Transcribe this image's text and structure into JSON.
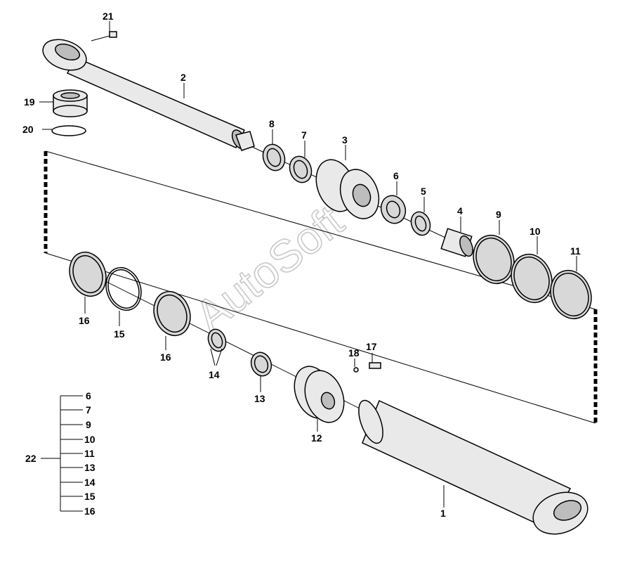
{
  "watermark": "AutoSoft",
  "part_labels": {
    "p1": "1",
    "p2": "2",
    "p3": "3",
    "p4": "4",
    "p5": "5",
    "p6": "6",
    "p7": "7",
    "p8": "8",
    "p9": "9",
    "p10": "10",
    "p11": "11",
    "p12": "12",
    "p13": "13",
    "p14": "14",
    "p15": "15",
    "p16a": "16",
    "p16b": "16",
    "p17": "17",
    "p18": "18",
    "p19": "19",
    "p20": "20",
    "p21": "21"
  },
  "kit": {
    "label": "22",
    "items": [
      "6",
      "7",
      "9",
      "10",
      "11",
      "13",
      "14",
      "15",
      "16"
    ]
  }
}
